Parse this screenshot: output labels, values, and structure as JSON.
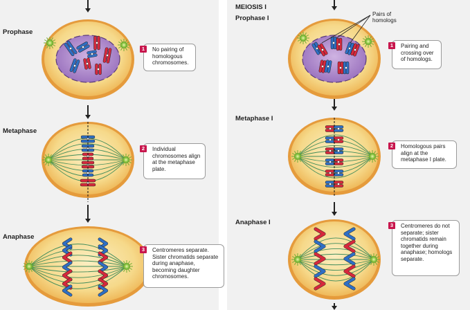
{
  "left_panel": {
    "stages": [
      {
        "label": "Prophase",
        "callout_number": "1",
        "callout_text": "No pairing of homologous chromosomes."
      },
      {
        "label": "Metaphase",
        "callout_number": "2",
        "callout_text": "Individual chromosomes align at the metaphase plate."
      },
      {
        "label": "Anaphase",
        "callout_number": "3",
        "callout_text": "Centromeres separate. Sister chromatids separate during anaphase, becoming daughter chromosomes."
      }
    ]
  },
  "right_panel": {
    "header": "MEIOSIS I",
    "pairs_annotation": "Pairs of homologs",
    "stages": [
      {
        "label": "Prophase I",
        "callout_number": "1",
        "callout_text": "Pairing and crossing over of homologs."
      },
      {
        "label": "Metaphase I",
        "callout_number": "2",
        "callout_text": "Homologous pairs align at the metaphase I plate."
      },
      {
        "label": "Anaphase I",
        "callout_number": "3",
        "callout_text": "Centromeres do not separate; sister chromatids remain together during anaphase; homologs separate."
      }
    ]
  },
  "colors": {
    "panel_bg": "#f1f1f1",
    "cell_fill": "#f6d98a",
    "cell_rim": "#e59b3c",
    "nucleus": "#a07cc0",
    "chromosome_blue": "#2f6fc4",
    "chromosome_red": "#d6283c",
    "centrosome": "#8bc541",
    "spindle": "#3e8b5a",
    "badge": "#c8164d"
  }
}
